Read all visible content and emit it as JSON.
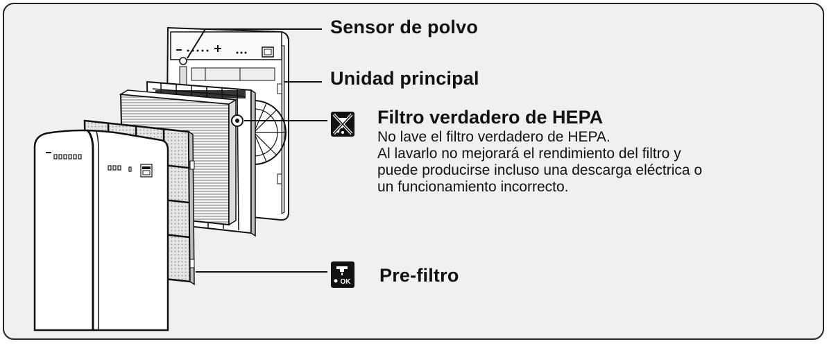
{
  "labels": {
    "dust_sensor": "Sensor de polvo",
    "main_unit": "Unidad principal",
    "hepa_title": "Filtro verdadero de HEPA",
    "hepa_lines": [
      "No lave el filtro verdadero de HEPA.",
      "Al lavarlo no mejorará el rendimiento del filtro y",
      "puede producirse incluso una descarga eléctrica o",
      "un funcionamiento incorrecto."
    ],
    "prefilter": "Pre-filtro"
  },
  "icons": {
    "no_wash": "no-wash-icon",
    "wash_ok": "wash-ok-icon",
    "wash_ok_text": "OK"
  },
  "colors": {
    "background": "#f0f0f0",
    "line": "#111111",
    "panel": "#ffffff",
    "mesh": "#c8c8c8"
  }
}
